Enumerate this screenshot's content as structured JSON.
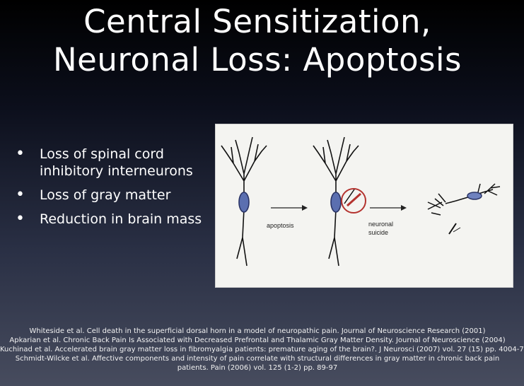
{
  "slide": {
    "title_line1": "Central Sensitization,",
    "title_line2": "Neuronal Loss: Apoptosis",
    "bullets": [
      "Loss of spinal cord inhibitory interneurons",
      "Loss of gray matter",
      "Reduction in brain mass"
    ],
    "figure": {
      "label_apoptosis": "apoptosis",
      "label_neuronal": "neuronal",
      "label_suicide": "suicide"
    },
    "references": [
      "Whiteside et al. Cell death in the superficial dorsal horn in a model of neuropathic pain. Journal of Neuroscience Research (2001)",
      "Apkarian et al. Chronic Back Pain Is Associated with Decreased Prefrontal and Thalamic Gray Matter Density. Journal of Neuroscience (2004)",
      "Kuchinad et al. Accelerated brain gray matter loss in fibromyalgia patients: premature aging of the brain?. J Neurosci (2007) vol. 27 (15) pp. 4004-7",
      "Schmidt-Wilcke et al. Affective components and intensity of pain correlate with structural differences in gray matter in chronic back pain patients. Pain (2006) vol. 125 (1-2) pp. 89-97"
    ]
  }
}
